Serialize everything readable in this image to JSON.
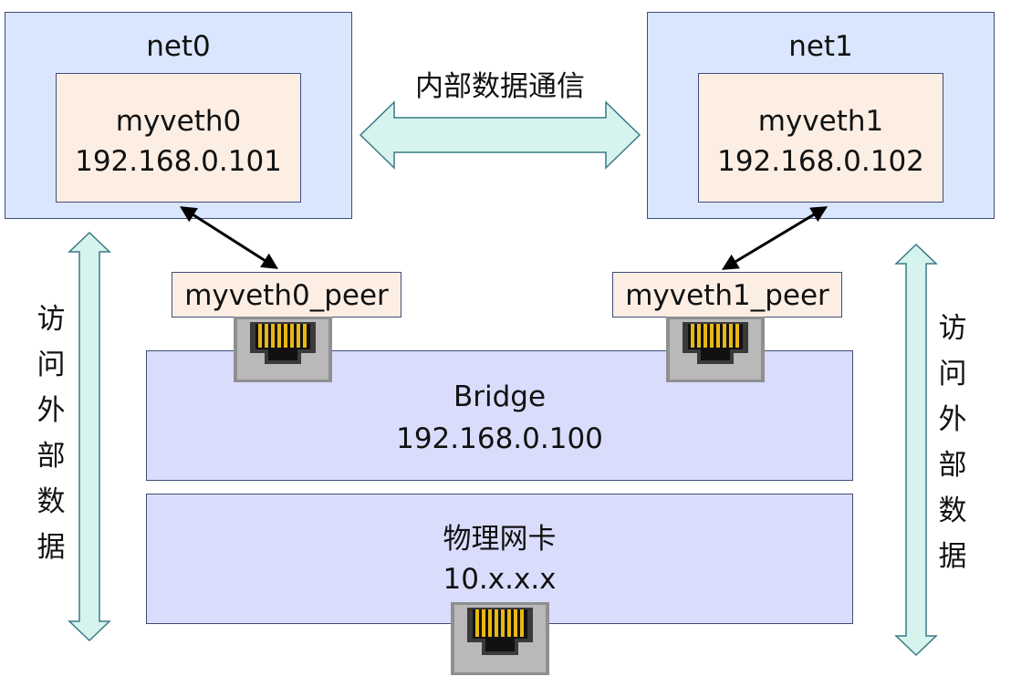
{
  "net0": {
    "title": "net0",
    "veth_name": "myveth0",
    "veth_ip": "192.168.0.101",
    "peer": "myveth0_peer"
  },
  "net1": {
    "title": "net1",
    "veth_name": "myveth1",
    "veth_ip": "192.168.0.102",
    "peer": "myveth1_peer"
  },
  "internal_label": "内部数据通信",
  "bridge": {
    "name": "Bridge",
    "ip": "192.168.0.100"
  },
  "nic": {
    "name": "物理网卡",
    "ip": "10.x.x.x"
  },
  "external_label": [
    "访",
    "问",
    "外",
    "部",
    "数",
    "据"
  ],
  "colors": {
    "namespace_fill": "#dae6fd",
    "veth_fill": "#fdeee4",
    "layer_fill": "#d9ddfb",
    "double_arrow_fill": "#d6f3ee",
    "double_arrow_stroke": "#3a7a86",
    "border": "#3f4d7a"
  }
}
